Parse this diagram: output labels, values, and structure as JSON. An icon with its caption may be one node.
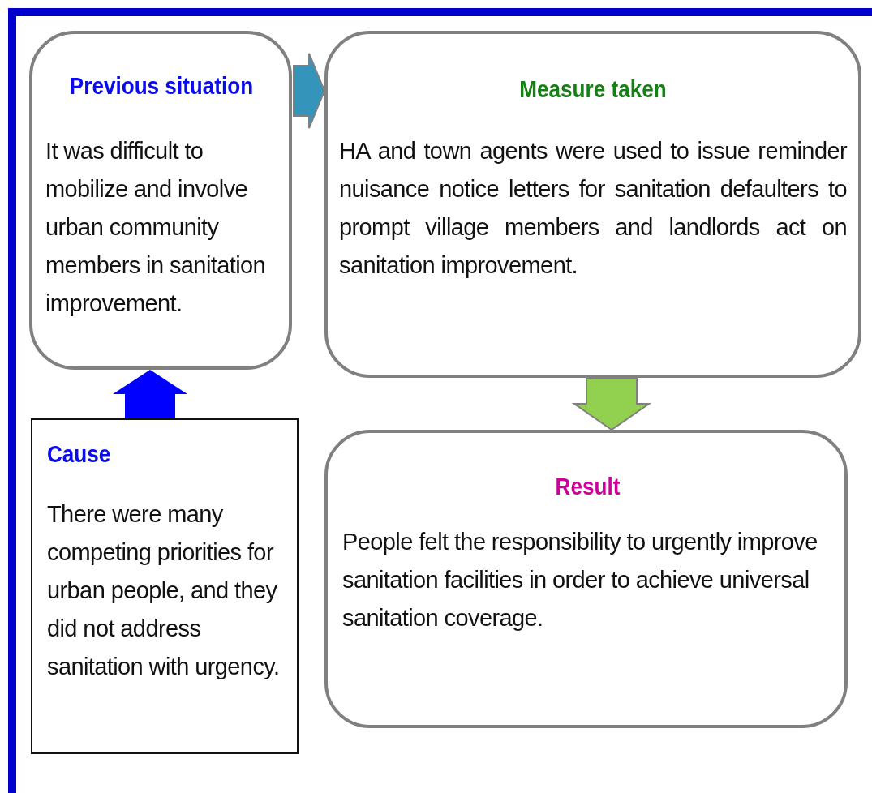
{
  "diagram": {
    "nodes": [
      {
        "text": [
          "Previous situation",
          "It was difficult to mobilize and involve urban community members in sanitation improvement."
        ]
      },
      {
        "text": [
          "Measure taken",
          "HA and town agents were used to issue reminder nuisance notice letters for sanitation defaulters to prompt village members and landlords act on sanitation improvement."
        ]
      },
      {
        "text": [
          "Cause",
          "There were many competing priorities for urban people, and they did not address sanitation with urgency."
        ]
      },
      {
        "text": [
          "Result",
          "People felt the responsibility to urgently improve sanitation facilities in order to achieve universal sanitation coverage."
        ]
      }
    ],
    "edges": [
      {
        "from": 2,
        "to": 0,
        "arrow": "to",
        "style": "thick",
        "color": "#0000ff"
      },
      {
        "from": 0,
        "to": 1,
        "arrow": "to",
        "style": "thick",
        "color": "#3494ba"
      },
      {
        "from": 1,
        "to": 3,
        "arrow": "to",
        "style": "thick",
        "color": "#92d050"
      }
    ]
  }
}
